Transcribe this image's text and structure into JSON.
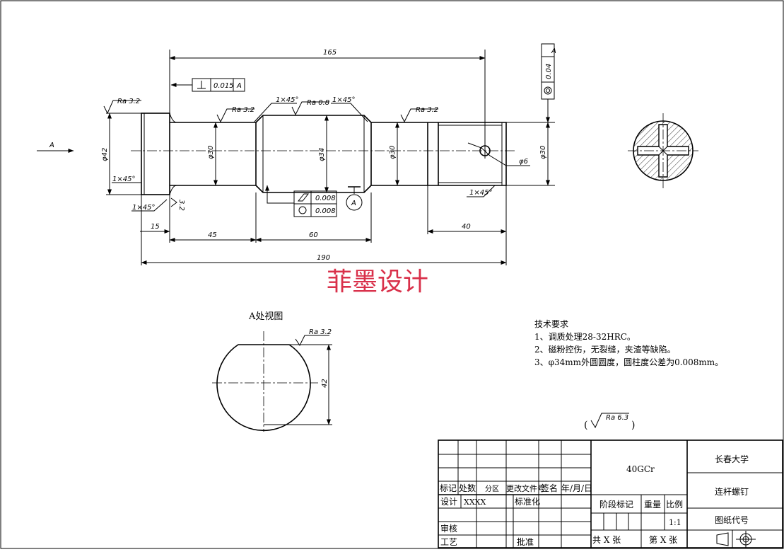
{
  "watermark": "菲墨设计",
  "view_arrow_label": "A",
  "dims": {
    "len_165": "165",
    "len_190": "190",
    "len_15": "15",
    "len_45": "45",
    "len_60": "60",
    "len_40": "40",
    "dia_42": "φ42",
    "dia_30_a": "φ30",
    "dia_34": "φ34",
    "dia_30_b": "φ30",
    "dia_30_c": "φ30",
    "hole_6": "φ6",
    "chamfer_1": "1×45°",
    "chamfer_2": "1×45°",
    "chamfer_3": "1×45°",
    "chamfer_4": "1×45°",
    "chamfer_5": "1×45°",
    "side_42": "42"
  },
  "roughness": {
    "ra_left": "Ra 3.2",
    "ra_neck": "Ra 3.2",
    "ra_mid": "Ra 0.8",
    "ra_right": "Ra 3.2",
    "ra_face": "3.2",
    "ra_view": "Ra 3.2",
    "ra_general": "Ra 6.3",
    "general_open": "(",
    "general_close": ")"
  },
  "tolerances": {
    "perp_value": "0.015",
    "perp_datum": "A",
    "cyl_value": "0.008",
    "round_value": "0.008",
    "coax_value": "0.04",
    "coax_datum": "A",
    "datum_label": "A"
  },
  "view_title": "A处视图",
  "tech": {
    "title": "技术要求",
    "lines": [
      "1、调质处理28-32HRC。",
      "2、磁粉控伤，无裂缝，夹渣等缺陷。",
      "3、φ34mm外圆圆度，圆柱度公差为0.008mm。"
    ]
  },
  "title_block": {
    "material": "40GCr",
    "university": "长春大学",
    "part_name": "连杆螺钉",
    "drawing_no_label": "图纸代号",
    "h_mark": "标记",
    "h_count": "处数",
    "h_zone": "分区",
    "h_change_doc": "更改文件号",
    "h_sign": "签名",
    "h_date": "年/月/日",
    "r_design": "设计",
    "r_design_val": "XXXX",
    "r_standard": "标准化",
    "r_review": "审核",
    "r_process": "工艺",
    "r_approve": "批准",
    "stage_mark": "阶段标记",
    "weight": "重量",
    "scale_label": "比例",
    "scale_value": "1:1",
    "total_sheets": "共 X 张",
    "sheet_no": "第 X 张"
  }
}
